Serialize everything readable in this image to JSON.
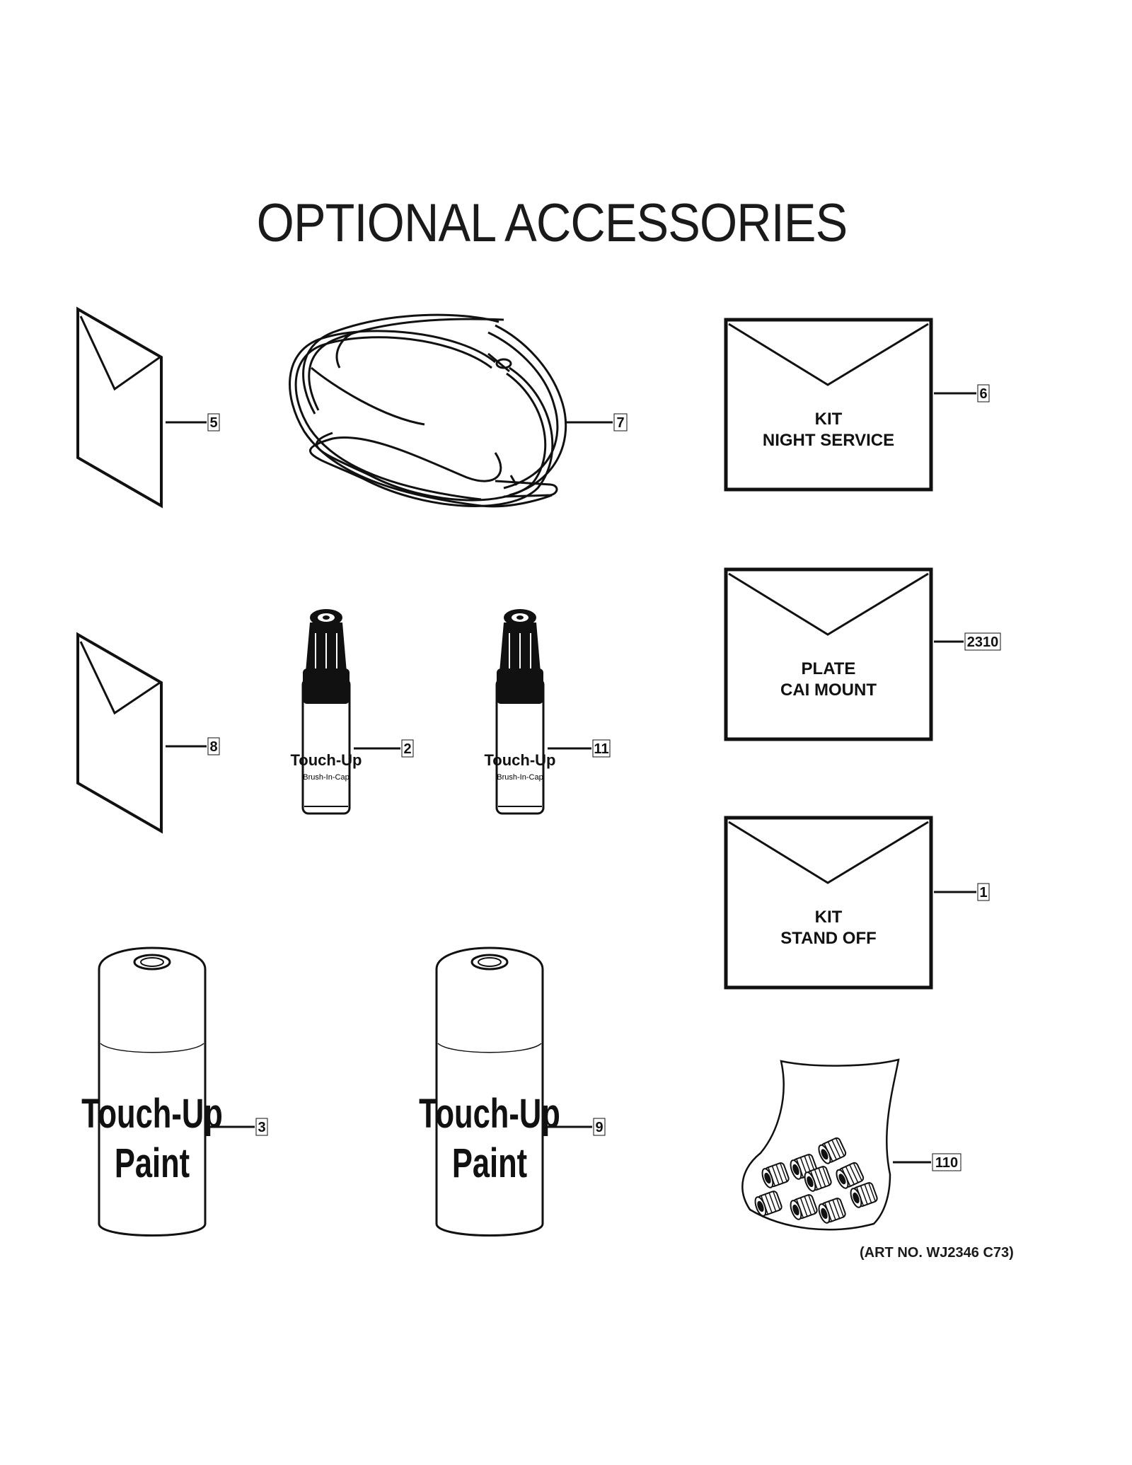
{
  "title": "OPTIONAL ACCESSORIES",
  "art_number": "(ART NO. WJ2346 C73)",
  "parts": {
    "p5": {
      "callout": "5"
    },
    "p7": {
      "callout": "7"
    },
    "p6": {
      "callout": "6",
      "line1": "KIT",
      "line2": "NIGHT SERVICE"
    },
    "p8": {
      "callout": "8"
    },
    "p2": {
      "callout": "2",
      "label1": "Touch-Up",
      "label2": "Brush-In-Cap"
    },
    "p11": {
      "callout": "11",
      "label1": "Touch-Up",
      "label2": "Brush-In-Cap"
    },
    "p2310": {
      "callout": "2310",
      "line1": "PLATE",
      "line2": "CAI MOUNT"
    },
    "p1": {
      "callout": "1",
      "line1": "KIT",
      "line2": "STAND OFF"
    },
    "p3": {
      "callout": "3",
      "label1": "Touch-Up",
      "label2": "Paint"
    },
    "p9": {
      "callout": "9",
      "label1": "Touch-Up",
      "label2": "Paint"
    },
    "p110": {
      "callout": "110"
    }
  }
}
